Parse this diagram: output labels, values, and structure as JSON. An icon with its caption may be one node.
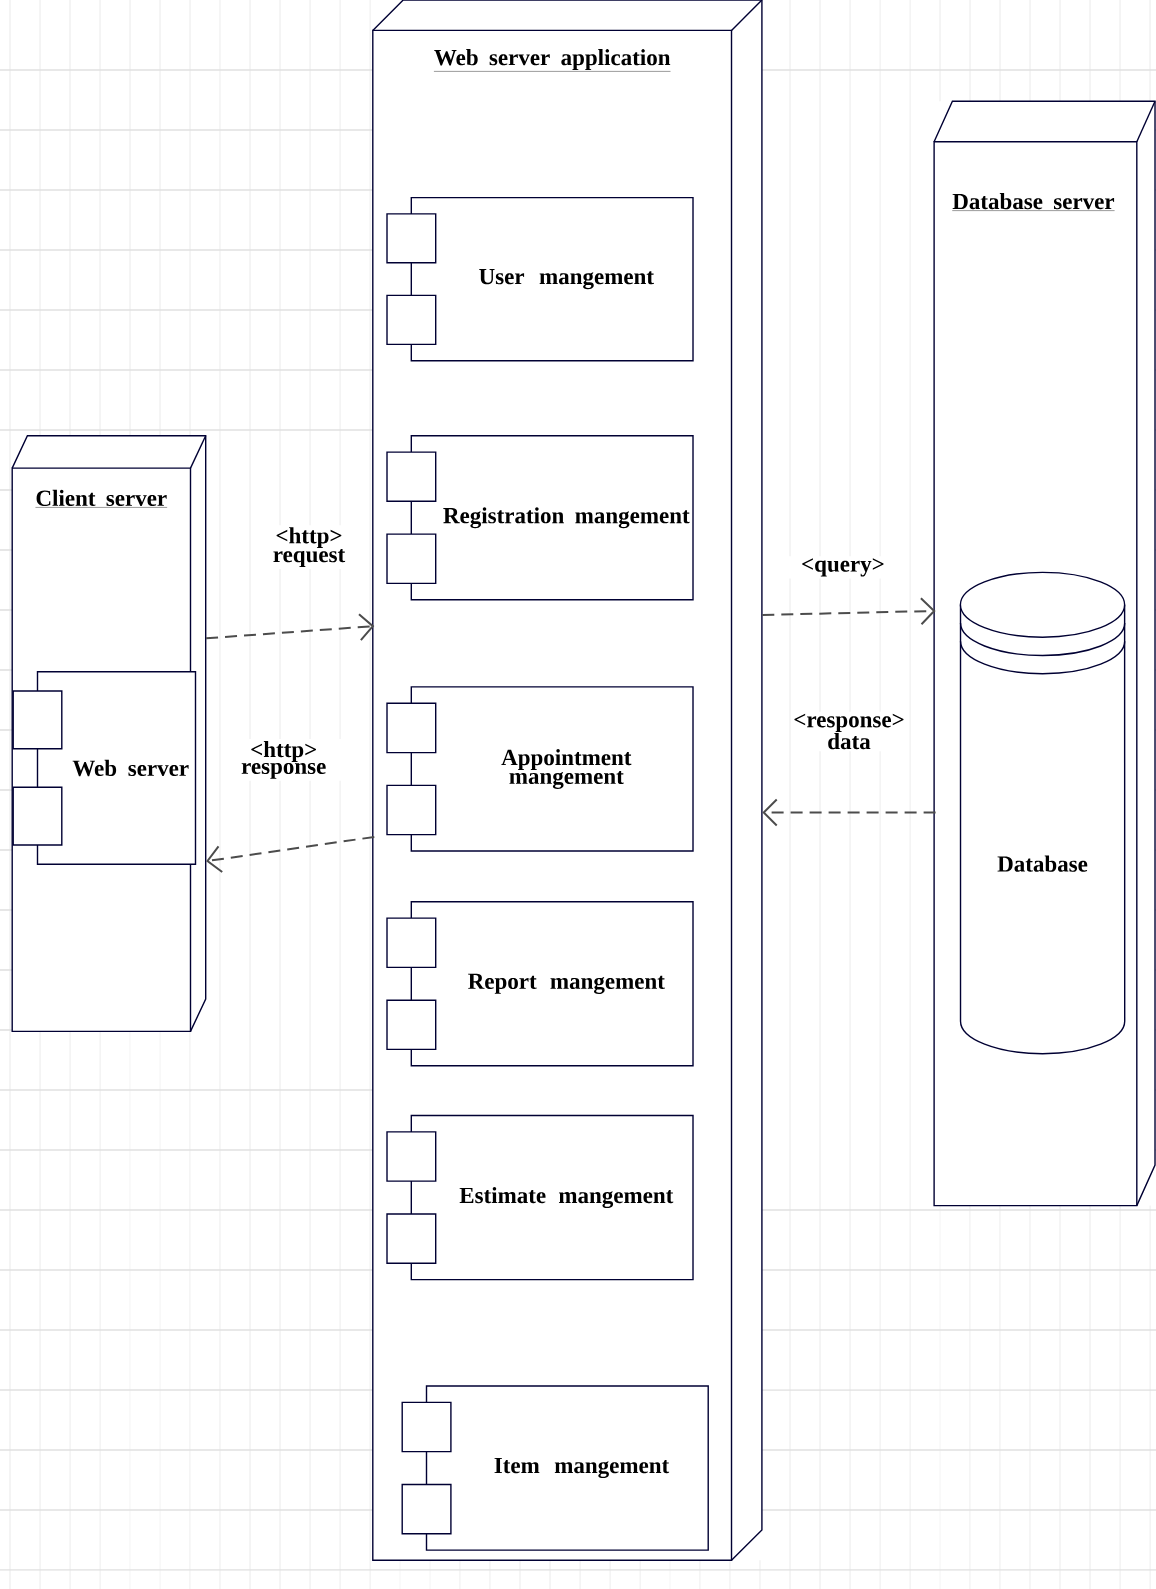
{
  "diagram": {
    "nodes": [
      {
        "text": [
          "Client server"
        ]
      },
      {
        "text": [
          "Web server"
        ],
        "in": 0
      },
      {
        "text": [
          "Web server application"
        ]
      },
      {
        "text": [
          "User mangement"
        ],
        "in": 2
      },
      {
        "text": [
          "Registration mangement"
        ],
        "in": 2
      },
      {
        "text": [
          "Appointment mangement"
        ],
        "in": 2
      },
      {
        "text": [
          "Report mangement"
        ],
        "in": 2
      },
      {
        "text": [
          "Estimate mangement"
        ],
        "in": 2
      },
      {
        "text": [
          "Item mangement"
        ],
        "in": 2
      },
      {
        "text": [
          "Database server"
        ]
      },
      {
        "text": [
          "Database"
        ],
        "in": 9
      }
    ],
    "edges": [
      {
        "from": 0,
        "to": 2,
        "arrow": "to",
        "label": "<http> request",
        "style": "dashed"
      },
      {
        "from": 2,
        "to": 0,
        "arrow": "to",
        "label": "<http> response",
        "style": "dashed"
      },
      {
        "from": 2,
        "to": 9,
        "arrow": "to",
        "label": "<query>",
        "style": "dashed"
      },
      {
        "from": 9,
        "to": 2,
        "arrow": "to",
        "label": "<response> data",
        "style": "dashed"
      }
    ]
  }
}
